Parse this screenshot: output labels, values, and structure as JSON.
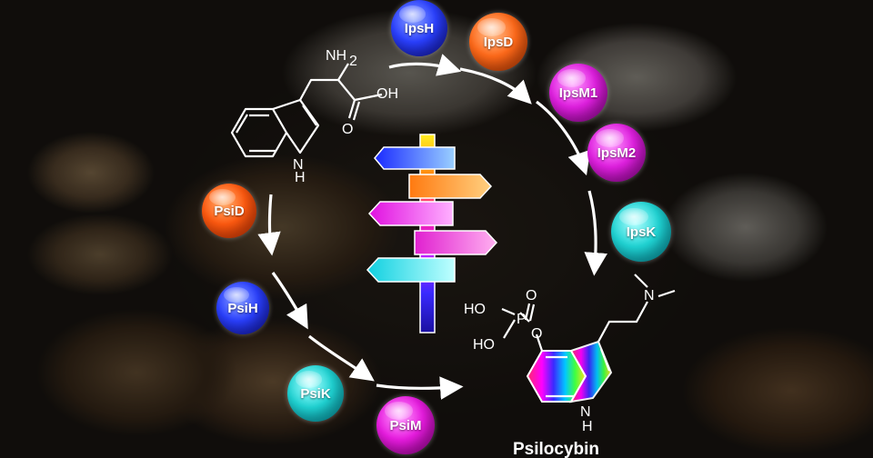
{
  "enzymes": {
    "psilocybe": {
      "psid": "PsiD",
      "psih": "PsiH",
      "psik": "PsiK",
      "psim": "PsiM"
    },
    "inocybe": {
      "ipsh": "IpsH",
      "ipsd": "IpsD",
      "ipsm1": "IpsM1",
      "ipsm2": "IpsM2",
      "ipsk": "IpsK"
    }
  },
  "colors": {
    "psid": "#ff5a10",
    "psih": "#1a3cff",
    "psik": "#20d4d4",
    "psim": "#e81ce0",
    "ipsh": "#1a3cff",
    "ipsd": "#ff6a1a",
    "ipsm1": "#e020e0",
    "ipsm2": "#e020e0",
    "ipsk": "#20d4d4"
  },
  "tryptophan": {
    "nh2": "NH",
    "nh2_sub": "2",
    "oh": "OH",
    "o": "O",
    "nh": "N",
    "h": "H"
  },
  "psilocybin": {
    "ho1": "HO",
    "ho2": "HO",
    "p": "P",
    "o_dbl": "O",
    "o_bridge": "O",
    "n_amine": "N",
    "n_ring": "N",
    "h_ring": "H",
    "name": "Psilocybin"
  }
}
